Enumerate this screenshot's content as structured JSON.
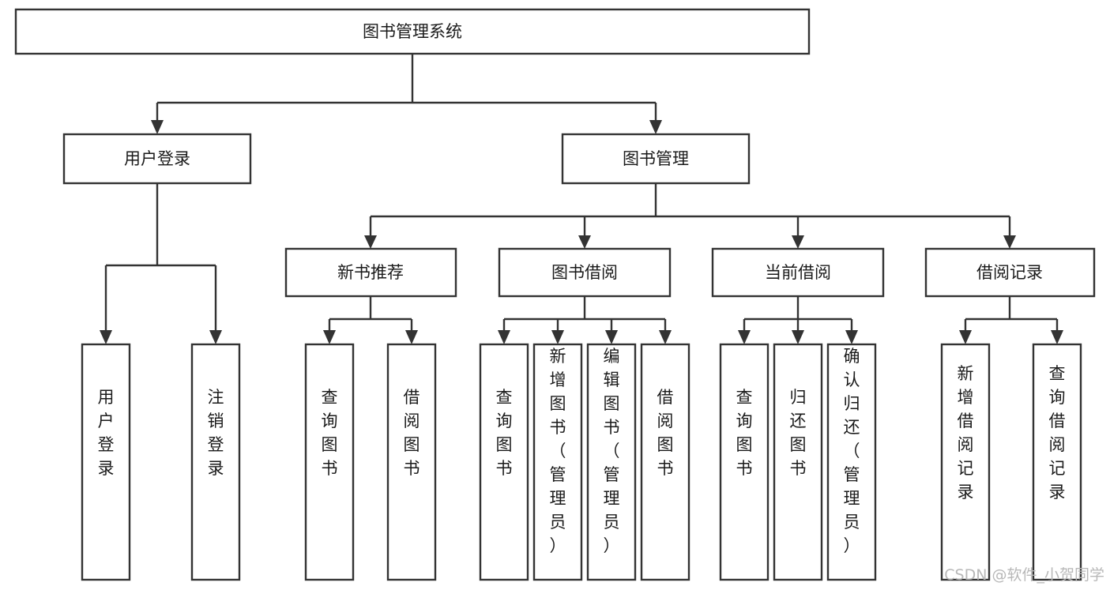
{
  "diagram": {
    "type": "tree",
    "title": "图书管理系统",
    "root": {
      "id": "root",
      "label": "图书管理系统",
      "level": 0
    },
    "level1": [
      {
        "id": "user-login",
        "label": "用户登录"
      },
      {
        "id": "book-manage",
        "label": "图书管理"
      }
    ],
    "level2": [
      {
        "id": "new-book-recommend",
        "label": "新书推荐",
        "parent": "book-manage"
      },
      {
        "id": "book-borrow",
        "label": "图书借阅",
        "parent": "book-manage"
      },
      {
        "id": "current-borrow",
        "label": "当前借阅",
        "parent": "book-manage"
      },
      {
        "id": "borrow-record",
        "label": "借阅记录",
        "parent": "book-manage"
      }
    ],
    "leaves": {
      "user-login": [
        {
          "id": "leaf-user-login",
          "label": "用户登录"
        },
        {
          "id": "leaf-logout-login",
          "label": "注销登录"
        }
      ],
      "new-book-recommend": [
        {
          "id": "leaf-query-book-1",
          "label": "查询图书"
        },
        {
          "id": "leaf-borrow-book-1",
          "label": "借阅图书"
        }
      ],
      "book-borrow": [
        {
          "id": "leaf-query-book-2",
          "label": "查询图书"
        },
        {
          "id": "leaf-add-book",
          "label": "新增图书（管理员）"
        },
        {
          "id": "leaf-edit-book",
          "label": "编辑图书（管理员）"
        },
        {
          "id": "leaf-borrow-book-2",
          "label": "借阅图书"
        }
      ],
      "current-borrow": [
        {
          "id": "leaf-query-book-3",
          "label": "查询图书"
        },
        {
          "id": "leaf-return-book",
          "label": "归还图书"
        },
        {
          "id": "leaf-confirm-return",
          "label": "确认归还（管理员）"
        }
      ],
      "borrow-record": [
        {
          "id": "leaf-add-record",
          "label": "新增借阅记录"
        },
        {
          "id": "leaf-query-record",
          "label": "查询借阅记录"
        }
      ]
    }
  },
  "watermark": {
    "text": "CSDN @软件_小贺同学"
  },
  "colors": {
    "box_stroke": "#333333",
    "box_fill": "#ffffff",
    "text": "#1a1a1a",
    "watermark": "#b8b8b8",
    "background": "#ffffff"
  }
}
